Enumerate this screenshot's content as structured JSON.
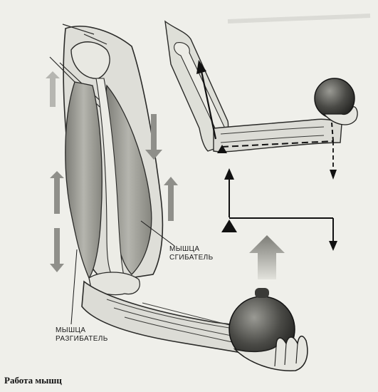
{
  "labels": {
    "flexor_line1": "мышца",
    "flexor_line2": "сгибатель",
    "extensor_line1": "мышца",
    "extensor_line2": "разгибатель"
  },
  "caption": "Работа мышц",
  "colors": {
    "background": "#efefea",
    "ink": "#1a1a1a",
    "arrow_grey": "#8a8a85",
    "muscle_grey": "#9d9d97"
  }
}
